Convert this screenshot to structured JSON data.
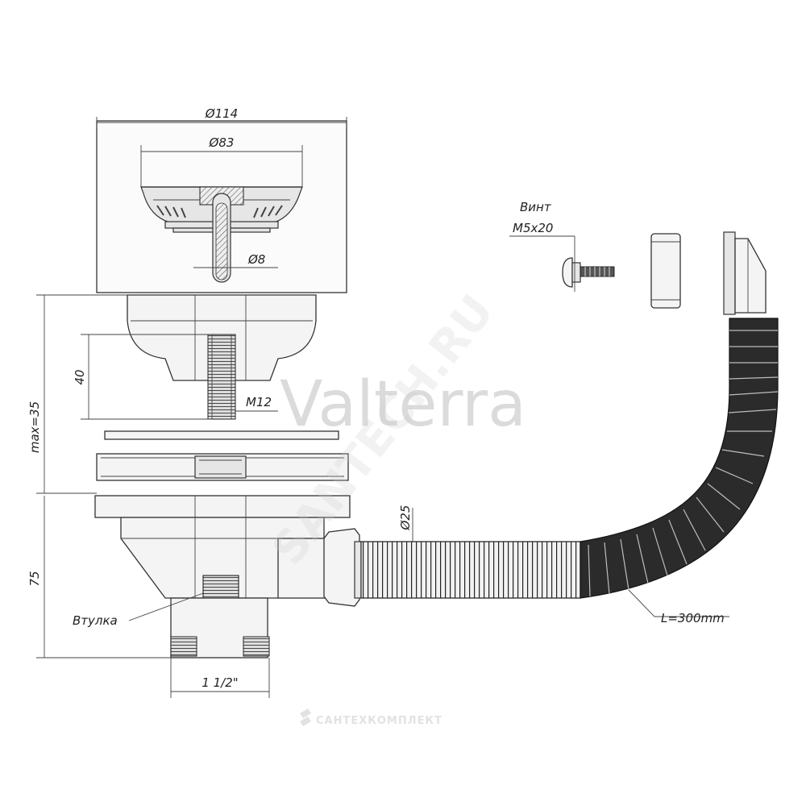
{
  "labels": {
    "d114": "Ø114",
    "d83": "Ø83",
    "d8": "Ø8",
    "h40": "40",
    "m12": "M12",
    "max35": "max=35",
    "h75": "75",
    "vtulka": "Втулка",
    "thread": "1 1/2\"",
    "d25": "Ø25",
    "length": "L=300mm",
    "vint": "Винт",
    "screw": "M5x20"
  },
  "watermarks": {
    "brand": "Valterra",
    "site": "SANTECH.RU",
    "footer": "САНТЕХКОМПЛЕКТ"
  },
  "colors": {
    "line": "#333333",
    "hose": "#2b2b2b",
    "watermark": "#cfcfcf"
  }
}
